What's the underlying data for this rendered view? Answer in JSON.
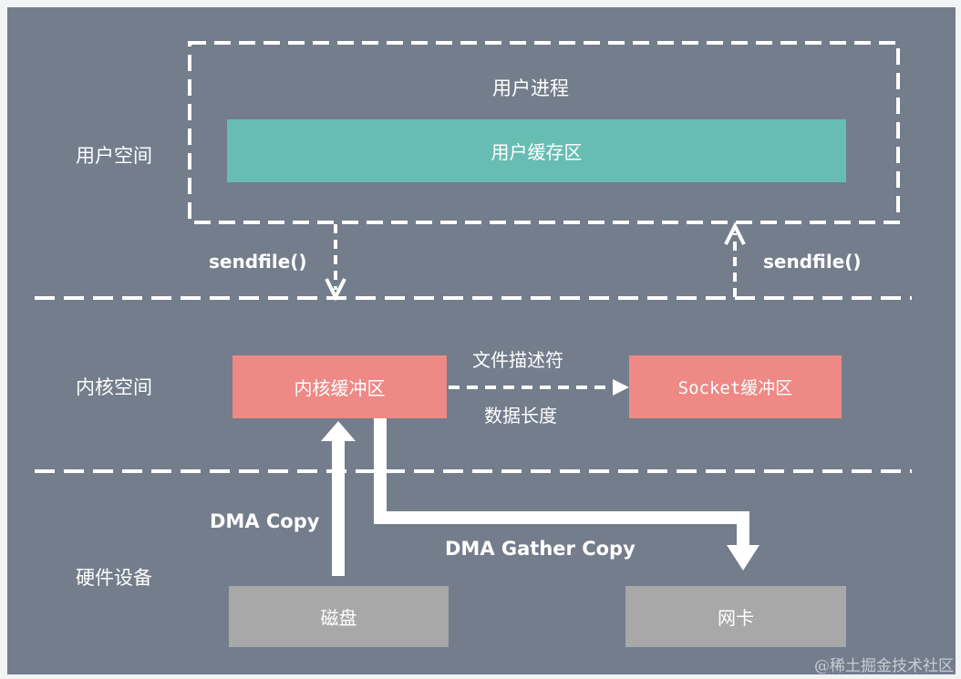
{
  "zones": {
    "user_space": "用户空间",
    "kernel_space": "内核空间",
    "hardware": "硬件设备"
  },
  "user_process": "用户进程",
  "boxes": {
    "user_buffer": "用户缓存区",
    "kernel_buffer": "内核缓冲区",
    "socket_buffer": "Socket缓冲区",
    "disk": "磁盘",
    "nic": "网卡"
  },
  "arrows": {
    "sendfile_left": "sendfile()",
    "sendfile_right": "sendfile()",
    "fd_label": "文件描述符",
    "length_label": "数据长度",
    "dma_copy": "DMA Copy",
    "dma_gather_copy": "DMA Gather Copy"
  },
  "watermark": "@稀土掘金技术社区",
  "colors": {
    "background": "#737d8c",
    "user_buffer": "#68bdb3",
    "kernel_buffer": "#ee8985",
    "hardware_box": "#a8a8a8",
    "lines": "#ffffff"
  }
}
